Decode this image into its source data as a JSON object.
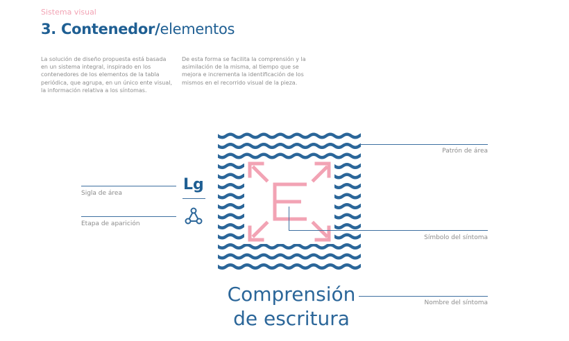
{
  "header": {
    "kicker": "Sistema visual",
    "title_bold": "3. Contenedor/",
    "title_light": "elementos"
  },
  "body_text": {
    "paragraph_left": "La solución de diseño propuesta está basada en un sistema integral, inspirado en los contenedores de los elementos de la tabla periódica, que agrupa, en un único ente visual, la información relativa a los síntomas.",
    "paragraph_right": "De esta forma se facilita la comprensión y la asimilación de la misma, al tiempo que se mejora e incrementa la identificación de los mismos en el recorrido visual de la pieza."
  },
  "labels": {
    "patron_area": "Patrón de área",
    "sigla_area": "Sigla de área",
    "etapa_aparicion": "Etapa de aparición",
    "simbolo_sintoma": "Símbolo del síntoma",
    "nombre_sintoma": "Nombre del síntoma"
  },
  "element": {
    "abbreviation": "Lg",
    "symbol_letter": "E",
    "name_line1": "Comprensión",
    "name_line2": "de escritura"
  },
  "colors": {
    "primary_blue": "#2b6699",
    "pink": "#f2a3b4",
    "gray_text": "#8c8c8c"
  },
  "icons": {
    "stage_icon": "molecule-triangle-icon",
    "symbol_icon": "expand-arrows-icon"
  }
}
